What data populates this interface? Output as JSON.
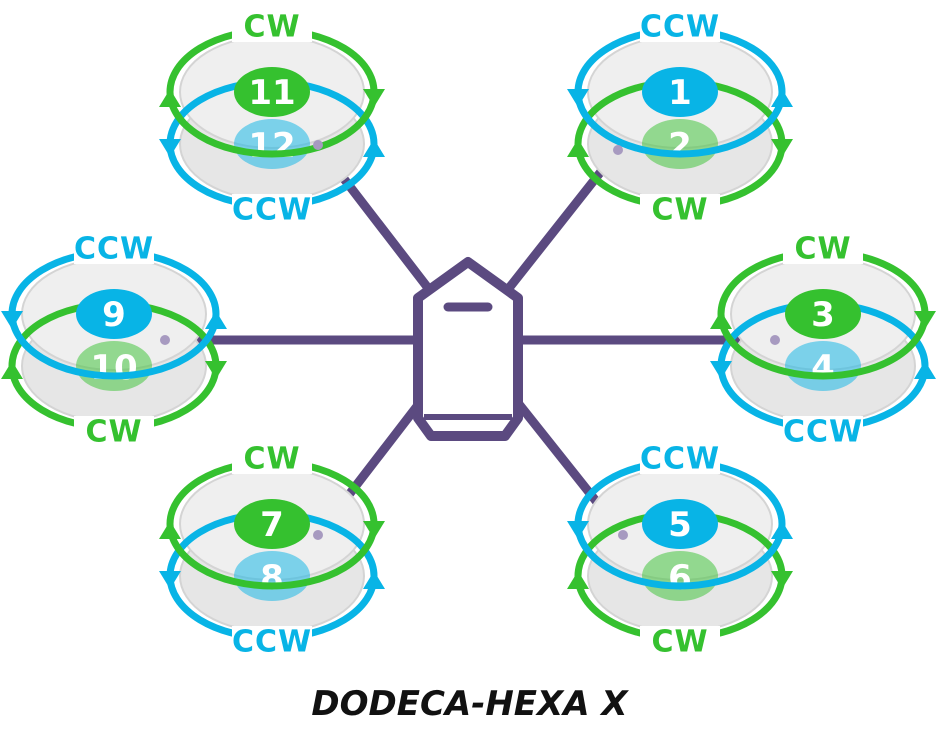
{
  "title": "DODECA-HEXA X",
  "colors": {
    "cw": "#35c12f",
    "ccw": "#08b4e6",
    "frame": "#5b4a80",
    "frame_light": "#a79ac0",
    "disc": "#e6e6e6",
    "disc_edge": "#d4d4d4"
  },
  "motors": [
    {
      "id": "pair-1-2",
      "top_number": "1",
      "bottom_number": "2",
      "top_dir": "CCW",
      "bottom_dir": "CW"
    },
    {
      "id": "pair-3-4",
      "top_number": "3",
      "bottom_number": "4",
      "top_dir": "CW",
      "bottom_dir": "CCW"
    },
    {
      "id": "pair-5-6",
      "top_number": "5",
      "bottom_number": "6",
      "top_dir": "CCW",
      "bottom_dir": "CW"
    },
    {
      "id": "pair-7-8",
      "top_number": "7",
      "bottom_number": "8",
      "top_dir": "CW",
      "bottom_dir": "CCW"
    },
    {
      "id": "pair-9-10",
      "top_number": "9",
      "bottom_number": "10",
      "top_dir": "CCW",
      "bottom_dir": "CW"
    },
    {
      "id": "pair-11-12",
      "top_number": "11",
      "bottom_number": "12",
      "top_dir": "CW",
      "bottom_dir": "CCW"
    }
  ]
}
